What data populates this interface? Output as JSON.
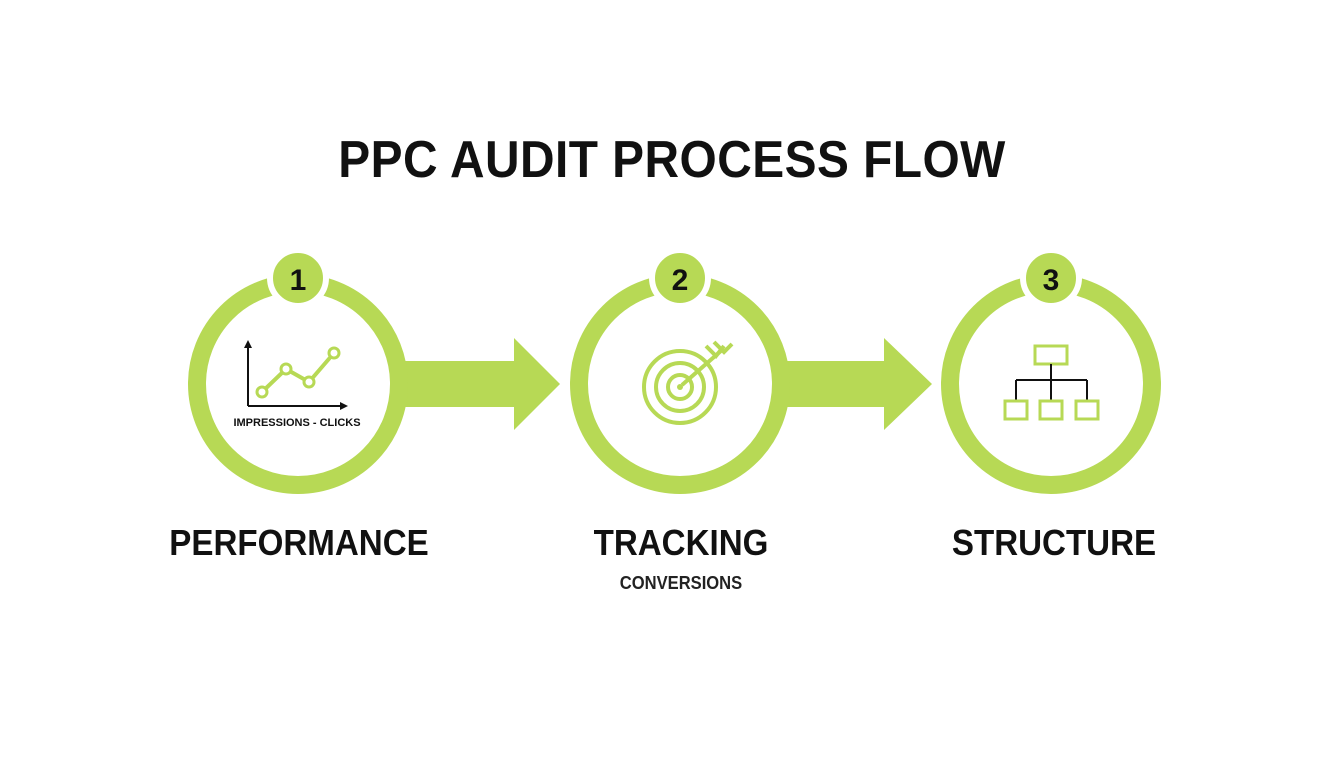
{
  "title": "PPC AUDIT PROCESS FLOW",
  "colors": {
    "accent": "#b7d955",
    "text": "#111111",
    "background": "#ffffff"
  },
  "steps": [
    {
      "number": "1",
      "label": "PERFORMANCE",
      "sublabel": "",
      "icon": "line-chart-icon",
      "icon_caption": "IMPRESSIONS - CLICKS"
    },
    {
      "number": "2",
      "label": "TRACKING",
      "sublabel": "CONVERSIONS",
      "icon": "target-arrow-icon",
      "icon_caption": ""
    },
    {
      "number": "3",
      "label": "STRUCTURE",
      "sublabel": "",
      "icon": "hierarchy-icon",
      "icon_caption": ""
    }
  ]
}
